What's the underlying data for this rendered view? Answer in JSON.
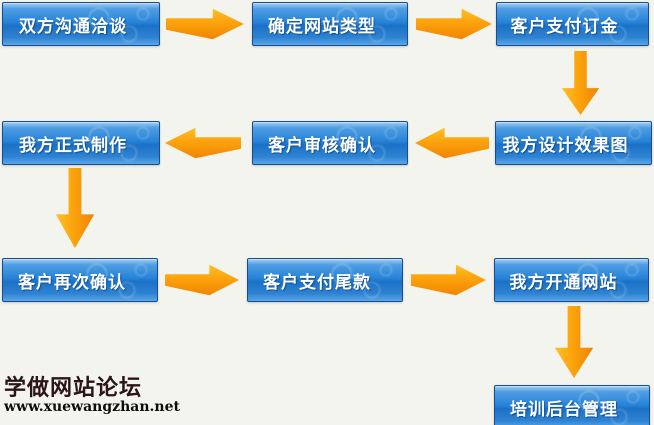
{
  "colors": {
    "background": "#f3f4ee",
    "box_blue": "#2583d8",
    "box_border": "#1a4c8e",
    "box_text": "#ffffff",
    "arrow_orange": "#fca30c",
    "logo_title_color": "#2b1515",
    "logo_url_color": "#0d0d0d"
  },
  "flowchart": {
    "steps": [
      {
        "label": "双方沟通洽谈"
      },
      {
        "label": "确定网站类型"
      },
      {
        "label": "客户支付订金"
      },
      {
        "label": "我方设计效果图"
      },
      {
        "label": "客户审核确认"
      },
      {
        "label": "我方正式制作"
      },
      {
        "label": "客户再次确认"
      },
      {
        "label": "客户支付尾款"
      },
      {
        "label": "我方开通网站"
      },
      {
        "label": "培训后台管理"
      }
    ],
    "connectors": [
      {
        "from": "双方沟通洽谈",
        "to": "确定网站类型",
        "direction": "right"
      },
      {
        "from": "确定网站类型",
        "to": "客户支付订金",
        "direction": "right"
      },
      {
        "from": "客户支付订金",
        "to": "我方设计效果图",
        "direction": "down"
      },
      {
        "from": "我方设计效果图",
        "to": "客户审核确认",
        "direction": "left"
      },
      {
        "from": "客户审核确认",
        "to": "我方正式制作",
        "direction": "left"
      },
      {
        "from": "我方正式制作",
        "to": "客户再次确认",
        "direction": "down"
      },
      {
        "from": "客户再次确认",
        "to": "客户支付尾款",
        "direction": "right"
      },
      {
        "from": "客户支付尾款",
        "to": "我方开通网站",
        "direction": "right"
      },
      {
        "from": "我方开通网站",
        "to": "培训后台管理",
        "direction": "down"
      }
    ]
  },
  "logo": {
    "title": "学做网站论坛",
    "url": "www.xuewangzhan.net"
  }
}
